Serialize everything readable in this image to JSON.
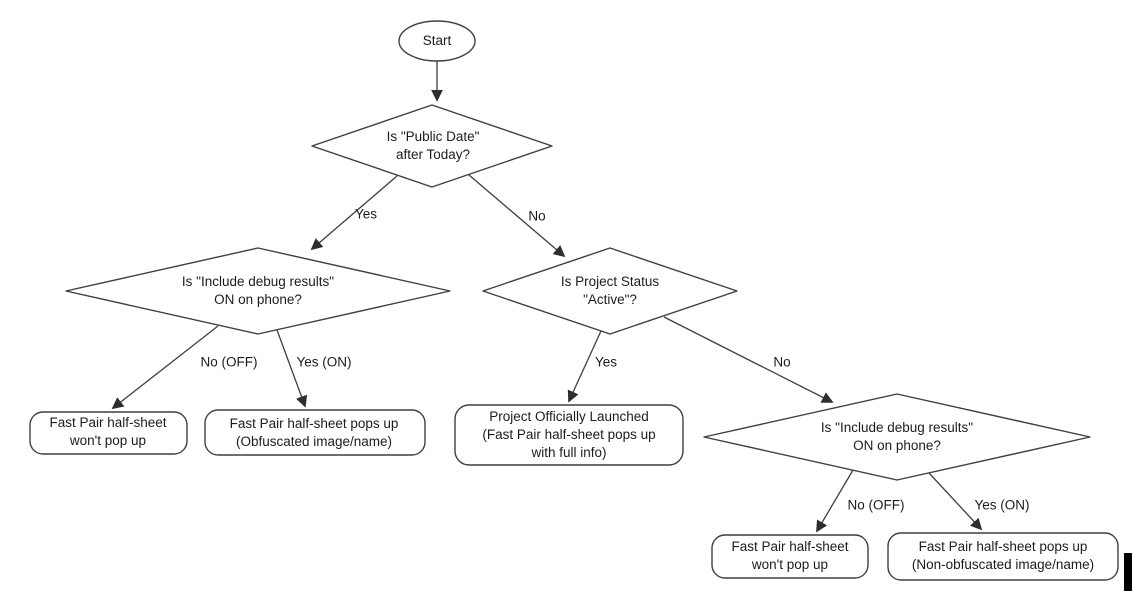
{
  "diagram": {
    "background_color": "#ffffff",
    "stroke_color": "#3f3f3f",
    "text_color": "#1c1c1c",
    "nodes": {
      "start": {
        "type": "ellipse",
        "label": "Start"
      },
      "public_date": {
        "type": "decision",
        "lines": [
          "Is \"Public Date\"",
          "after Today?"
        ]
      },
      "debug_left": {
        "type": "decision",
        "lines": [
          "Is \"Include debug results\"",
          "ON on phone?"
        ]
      },
      "project_status": {
        "type": "decision",
        "lines": [
          "Is Project Status",
          "\"Active\"?"
        ]
      },
      "debug_right": {
        "type": "decision",
        "lines": [
          "Is \"Include debug results\"",
          "ON on phone?"
        ]
      },
      "no_popup_left": {
        "type": "terminal",
        "lines": [
          "Fast Pair half-sheet",
          "won't pop up"
        ]
      },
      "obfuscated": {
        "type": "terminal",
        "lines": [
          "Fast Pair half-sheet pops up",
          "(Obfuscated image/name)"
        ]
      },
      "launched": {
        "type": "terminal",
        "lines": [
          "Project Officially Launched",
          "(Fast Pair half-sheet pops up",
          "with full info)"
        ]
      },
      "no_popup_right": {
        "type": "terminal",
        "lines": [
          "Fast Pair half-sheet",
          "won't pop up"
        ]
      },
      "non_obfuscated": {
        "type": "terminal",
        "lines": [
          "Fast Pair half-sheet pops up",
          "(Non-obfuscated image/name)"
        ]
      }
    },
    "edge_labels": {
      "public_date_yes": "Yes",
      "public_date_no": "No",
      "debug_left_no": "No (OFF)",
      "debug_left_yes": "Yes (ON)",
      "project_status_yes": "Yes",
      "project_status_no": "No",
      "debug_right_no": "No (OFF)",
      "debug_right_yes": "Yes (ON)"
    }
  }
}
